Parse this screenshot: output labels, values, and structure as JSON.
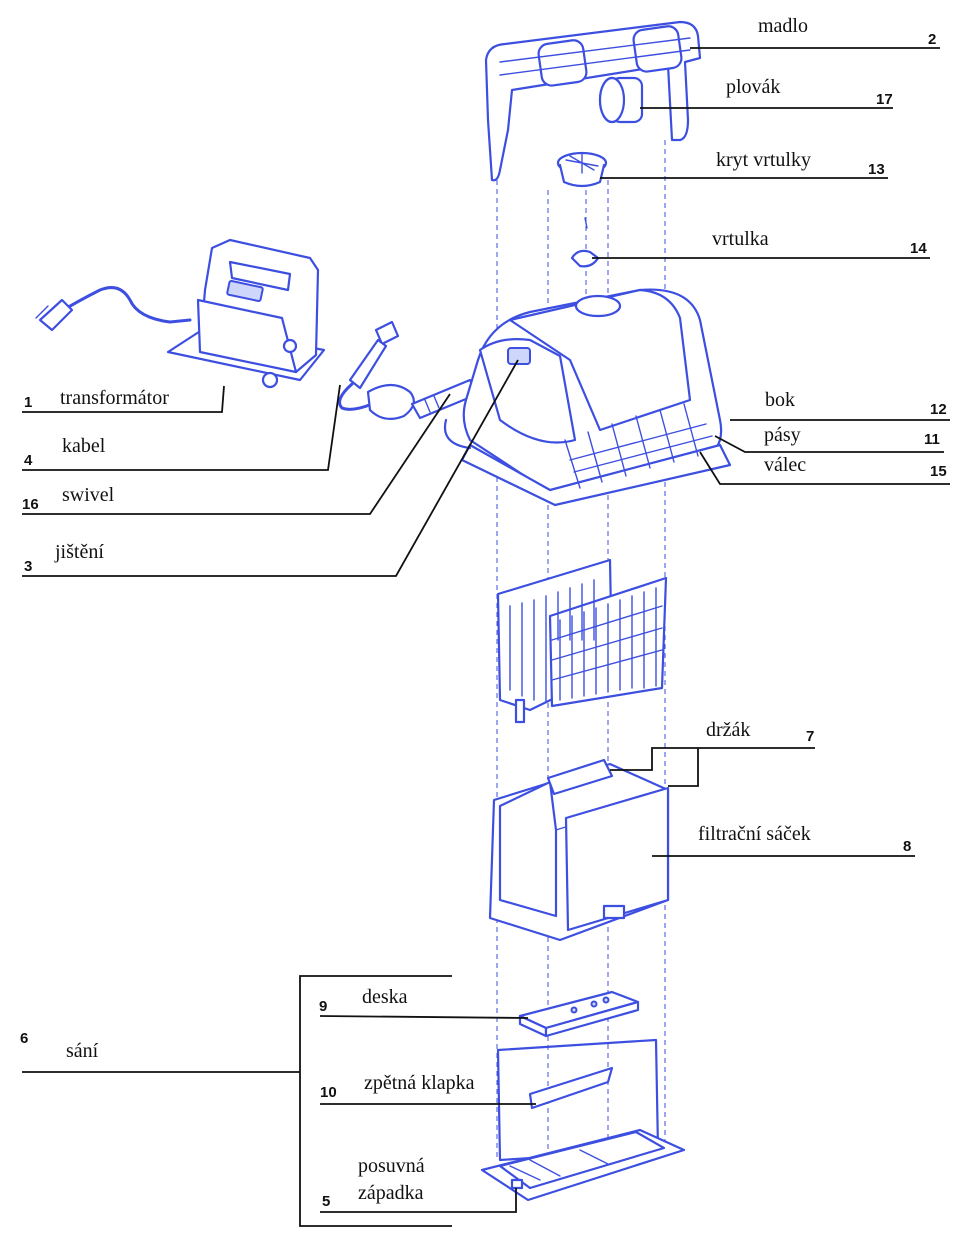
{
  "colors": {
    "part_stroke": "#3d4fe0",
    "part_shade": "#cfd6fb",
    "text": "#111111",
    "background": "#ffffff"
  },
  "callouts": [
    {
      "key": "handle",
      "number": "2",
      "label": "madlo"
    },
    {
      "key": "float",
      "number": "17",
      "label": "plovák"
    },
    {
      "key": "impeller_cover",
      "number": "13",
      "label": "kryt vrtulky"
    },
    {
      "key": "impeller",
      "number": "14",
      "label": "vrtulka"
    },
    {
      "key": "transformer",
      "number": "1",
      "label": "transformátor"
    },
    {
      "key": "cable",
      "number": "4",
      "label": "kabel"
    },
    {
      "key": "swivel",
      "number": "16",
      "label": "swivel"
    },
    {
      "key": "fuse",
      "number": "3",
      "label": "jištění"
    },
    {
      "key": "side",
      "number": "12",
      "label": "bok"
    },
    {
      "key": "tracks",
      "number": "11",
      "label": "pásy"
    },
    {
      "key": "roller",
      "number": "15",
      "label": "válec"
    },
    {
      "key": "holder",
      "number": "7",
      "label": "držák"
    },
    {
      "key": "filter_bag",
      "number": "8",
      "label": "filtrační sáček"
    },
    {
      "key": "plate",
      "number": "9",
      "label": "deska"
    },
    {
      "key": "suction",
      "number": "6",
      "label": "sání"
    },
    {
      "key": "check_valve",
      "number": "10",
      "label": "zpětná klapka"
    },
    {
      "key": "latch",
      "number": "5",
      "label": "posuvná\nzápadka",
      "label_line1": "posuvná",
      "label_line2": "západka"
    }
  ]
}
